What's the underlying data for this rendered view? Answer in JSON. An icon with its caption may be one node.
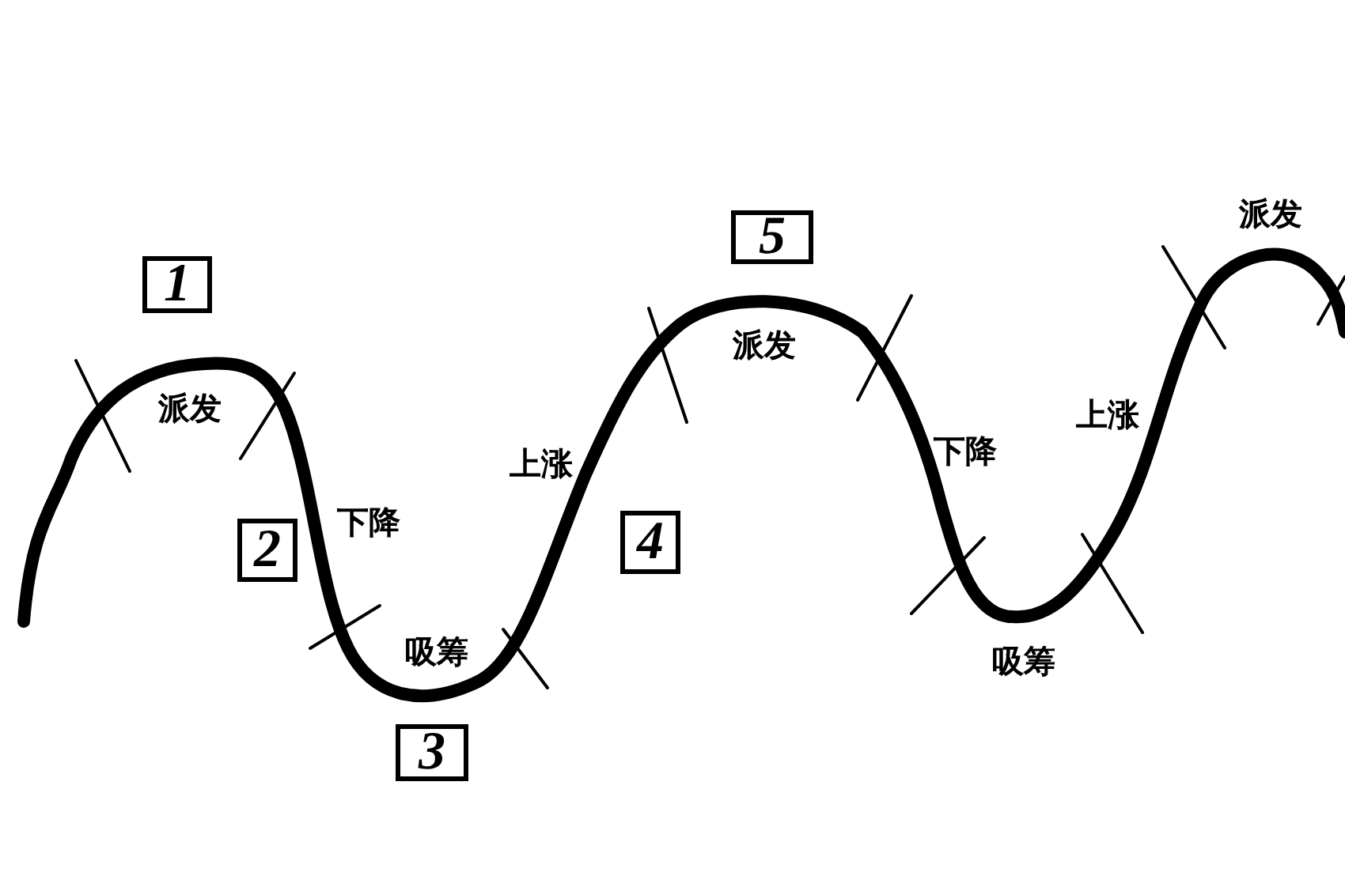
{
  "diagram": {
    "nodes": [
      {
        "text": [
          "1"
        ]
      },
      {
        "text": [
          "2"
        ]
      },
      {
        "text": [
          "3"
        ]
      },
      {
        "text": [
          "4"
        ]
      },
      {
        "text": [
          "5"
        ]
      }
    ],
    "labels": [
      "派发",
      "下降",
      "吸筹",
      "上涨",
      "派发",
      "下降",
      "吸筹",
      "上涨",
      "派发"
    ]
  }
}
